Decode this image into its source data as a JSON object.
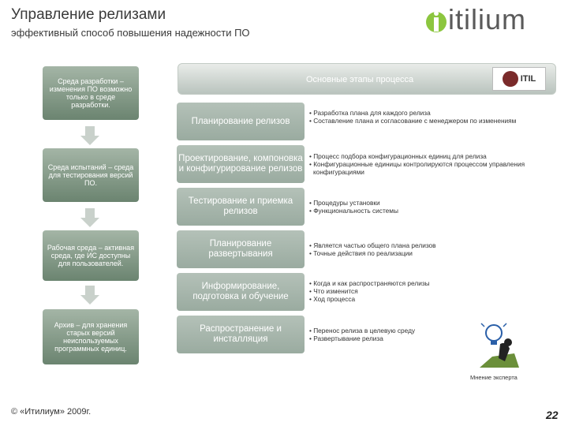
{
  "header": {
    "title": "Управление релизами",
    "subtitle": "эффективный способ повышения надежности ПО",
    "logo_text": "itilium"
  },
  "process_header": {
    "label": "Основные этапы процесса",
    "itl_logo_text": "ITIL"
  },
  "environments": [
    {
      "text": "Среда разработки – изменения ПО возможно только в среде разработки."
    },
    {
      "text": "Среда испытаний – среда для тестирования версий ПО."
    },
    {
      "text": "Рабочая среда – активная среда, где ИС доступны для пользователей."
    },
    {
      "text": "Архив – для хранения старых версий неиспользуемых программных единиц."
    }
  ],
  "phases": [
    {
      "label": "Планирование релизов",
      "bullets": [
        "Разработка плана для каждого релиза",
        "Составление плана и согласование с менеджером по изменениям"
      ]
    },
    {
      "label": "Проектирование, компоновка и конфигурирование релизов",
      "bullets": [
        "Процесс подбора конфигурационных единиц для релиза",
        "Конфигурационные единицы контролируются процессом управления конфигурациями"
      ]
    },
    {
      "label": "Тестирование и приемка релизов",
      "bullets": [
        "Процедуры установки",
        "Функциональность системы"
      ]
    },
    {
      "label": "Планирование развертывания",
      "bullets": [
        "Является частью общего плана релизов",
        "Точные действия по реализации"
      ]
    },
    {
      "label": "Информирование, подготовка и обучение",
      "bullets": [
        "Когда и как распространяются релизы",
        "Что изменится",
        "Ход процесса"
      ]
    },
    {
      "label": "Распространение и инсталляция",
      "bullets": [
        "Перенос релиза в целевую среду",
        "Развертывание релиза"
      ]
    }
  ],
  "expert": {
    "label": "Мнение эксперта",
    "icon": "lightbulb-person-icon"
  },
  "footer": {
    "copyright": "© «Итилиум» 2009г.",
    "page_number": "22"
  },
  "colors": {
    "box_green": "#7d9482",
    "phase_gray": "#a9b7ad",
    "accent_logo": "#8cc63f"
  }
}
